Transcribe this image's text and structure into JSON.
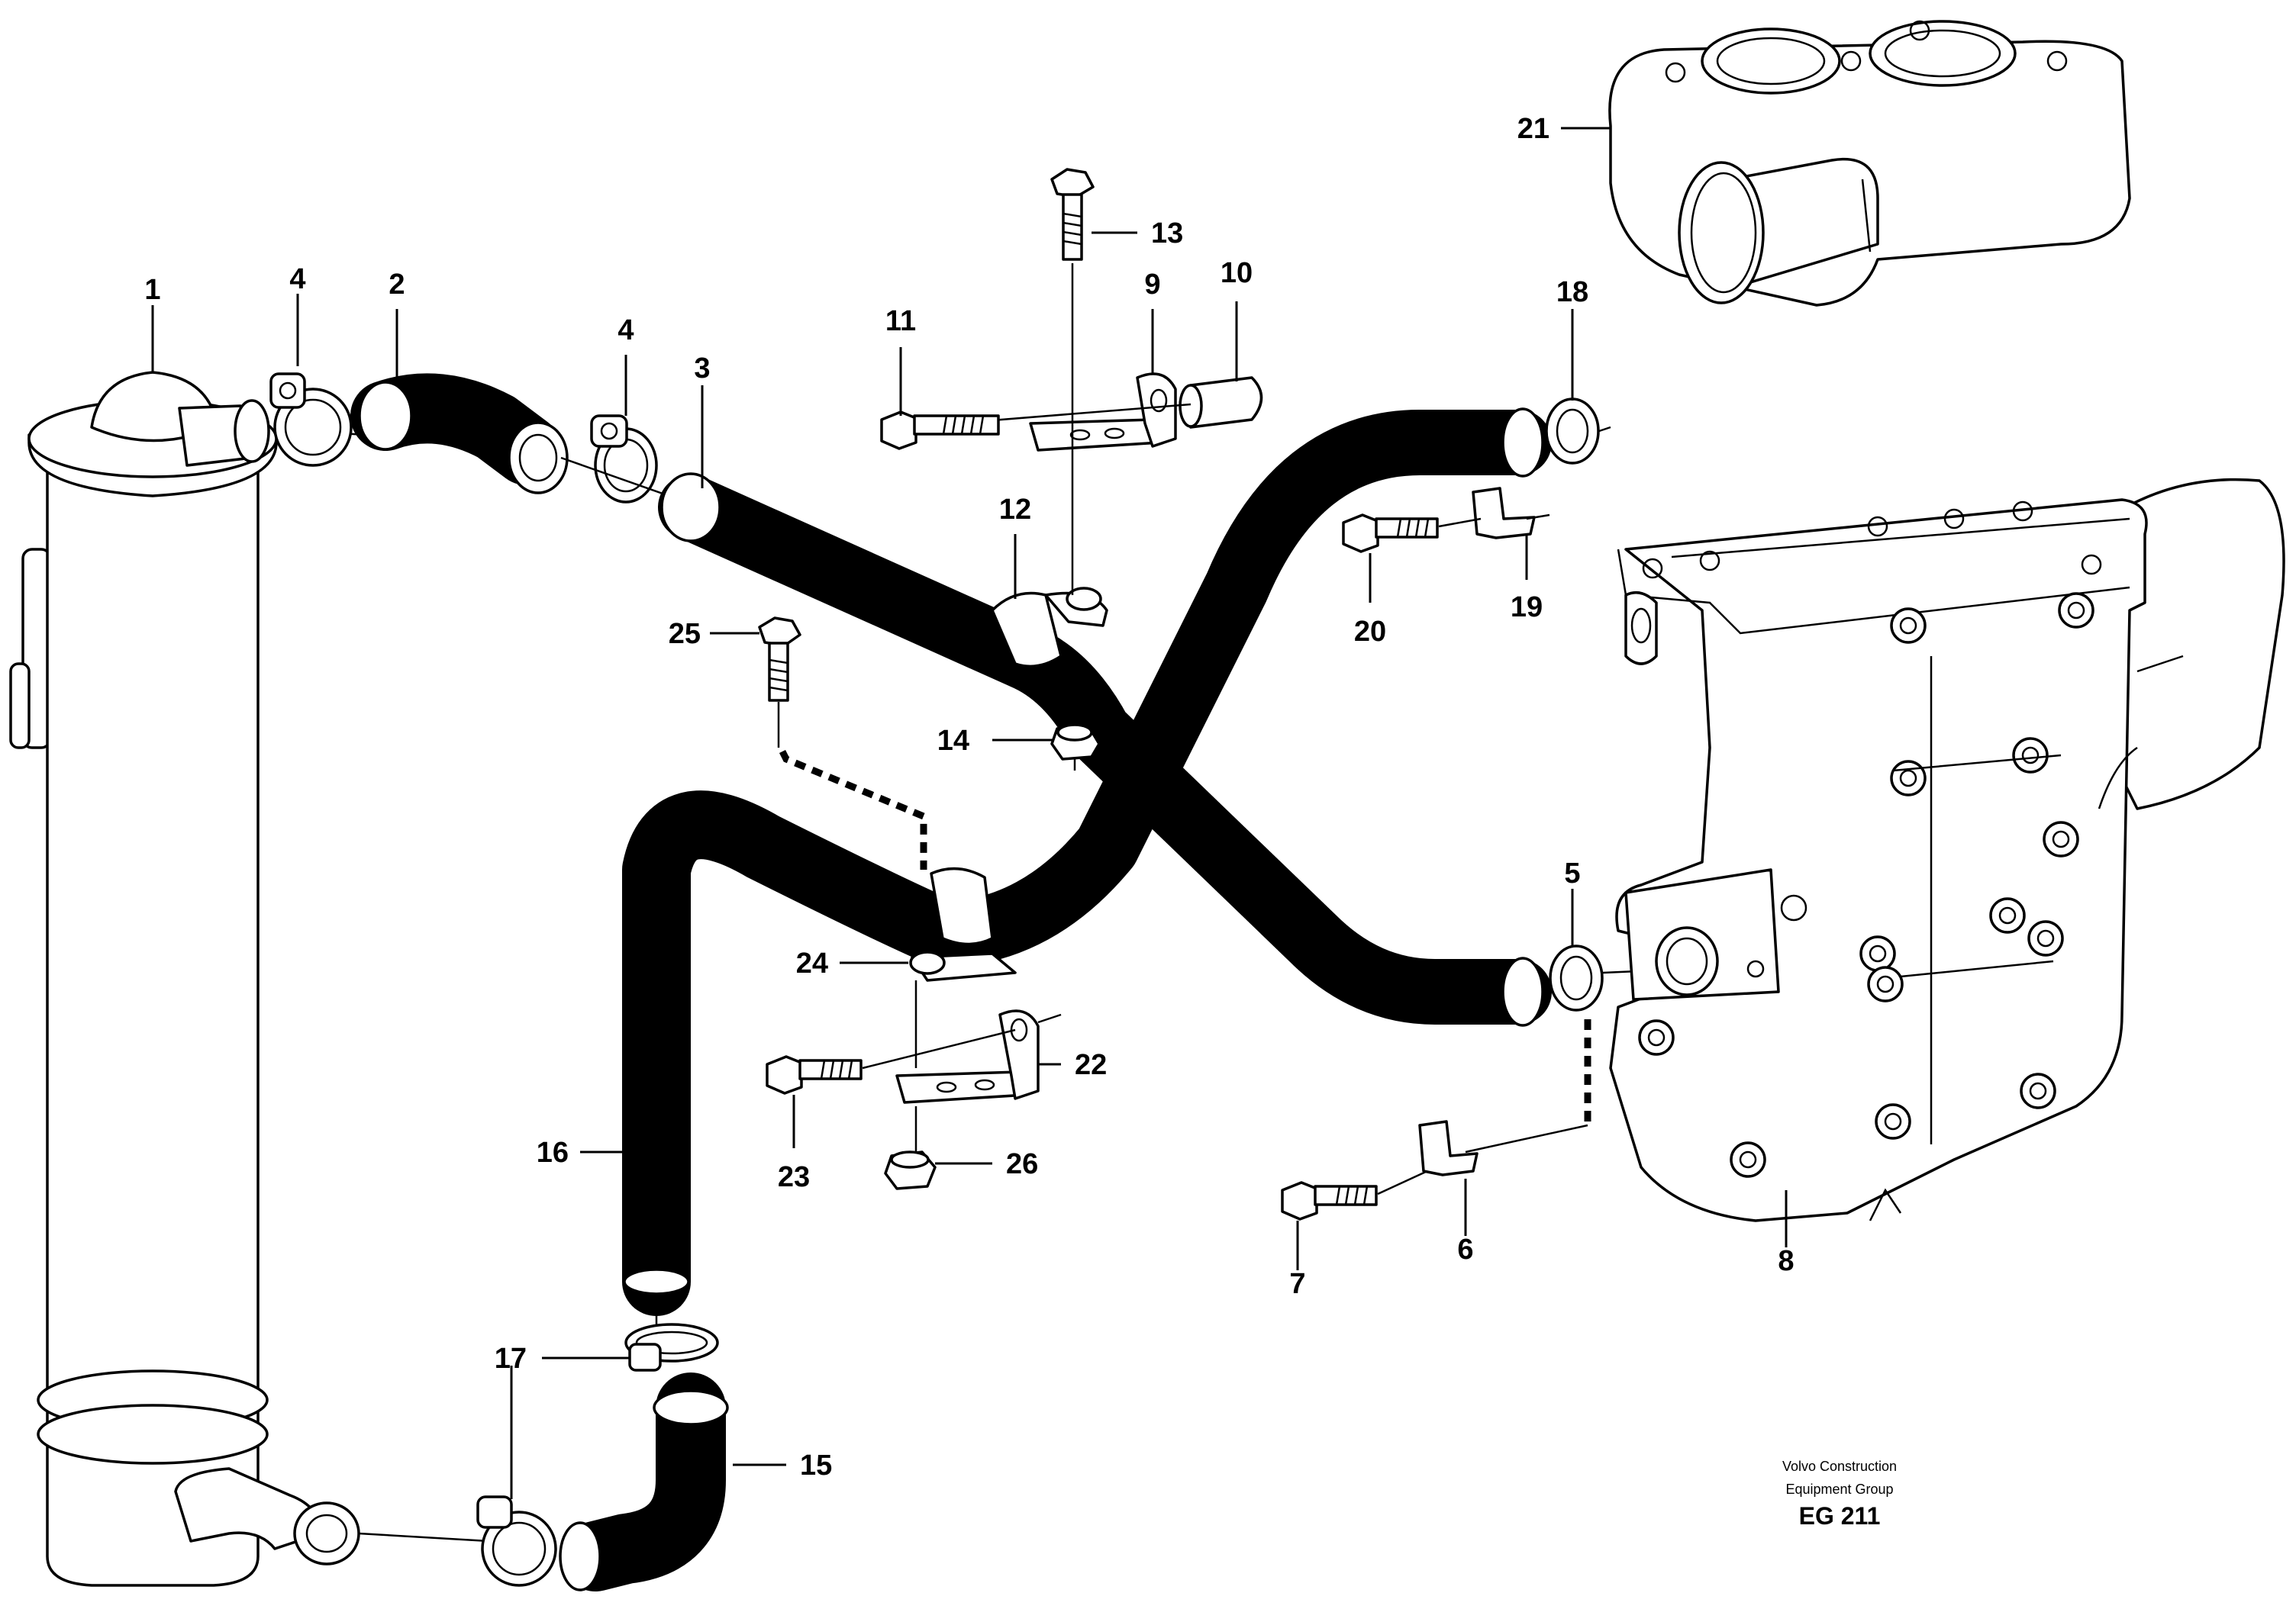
{
  "callouts": {
    "c1": "1",
    "c2": "2",
    "c3": "3",
    "c4a": "4",
    "c4b": "4",
    "c5": "5",
    "c6": "6",
    "c7": "7",
    "c8": "8",
    "c9": "9",
    "c10": "10",
    "c11": "11",
    "c12": "12",
    "c13": "13",
    "c14": "14",
    "c15": "15",
    "c16": "16",
    "c17": "17",
    "c18": "18",
    "c19": "19",
    "c20": "20",
    "c21": "21",
    "c22": "22",
    "c23": "23",
    "c24": "24",
    "c25": "25",
    "c26": "26"
  },
  "footer": {
    "line1": "Volvo Construction",
    "line2": "Equipment Group",
    "code": "EG 211"
  }
}
